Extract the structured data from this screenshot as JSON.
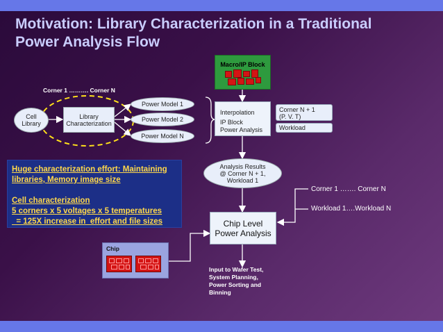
{
  "title_line1": "Motivation: Library Characterization in a Traditional",
  "title_line2": "Power Analysis Flow",
  "macro_block": "Macro/IP Block",
  "corner_range_top": "Corner 1 ……….  Corner N",
  "cell_library": [
    "Cell",
    "Library"
  ],
  "library_characterization": [
    "Library",
    "Characterization"
  ],
  "power_models": [
    "Power Model 1",
    "Power Model 2",
    "Power Model N"
  ],
  "interpolation": "Interpolation",
  "ip_block_power_analysis": [
    "IP Block",
    "Power Analysis"
  ],
  "corner_n_plus_1": [
    "Corner N + 1",
    "(P. V. T)"
  ],
  "workload": "Workload",
  "analysis_results": [
    "Analysis Results",
    "@ Corner N + 1,",
    "Workload 1"
  ],
  "corner_range_right": "Corner 1 ……. Corner N",
  "workload_range": "Workload 1….Workload N",
  "chip_level": [
    "Chip Level",
    "Power Analysis"
  ],
  "chip_label": "Chip",
  "output_text": [
    "Input to Wafer Test,",
    "System Planning,",
    "Power Sorting and",
    "Binning"
  ],
  "panel": {
    "line1": "Huge characterization effort: Maintaining",
    "line2": "libraries, Memory image size",
    "line3": "Cell characterization",
    "line4": "5 corners x 5 voltages x 5 temperatures",
    "line5": "  = 125X increase in  effort and file sizes"
  },
  "colors": {
    "background": "#3a1048",
    "title": "#c9cdfd",
    "bar": "#6677e8",
    "panel": "#1c2f87",
    "panel_text": "#ffd84a",
    "macro_green": "#2e9a3e",
    "red_block": "#d41414",
    "chip_box": "#9aa4e0"
  }
}
